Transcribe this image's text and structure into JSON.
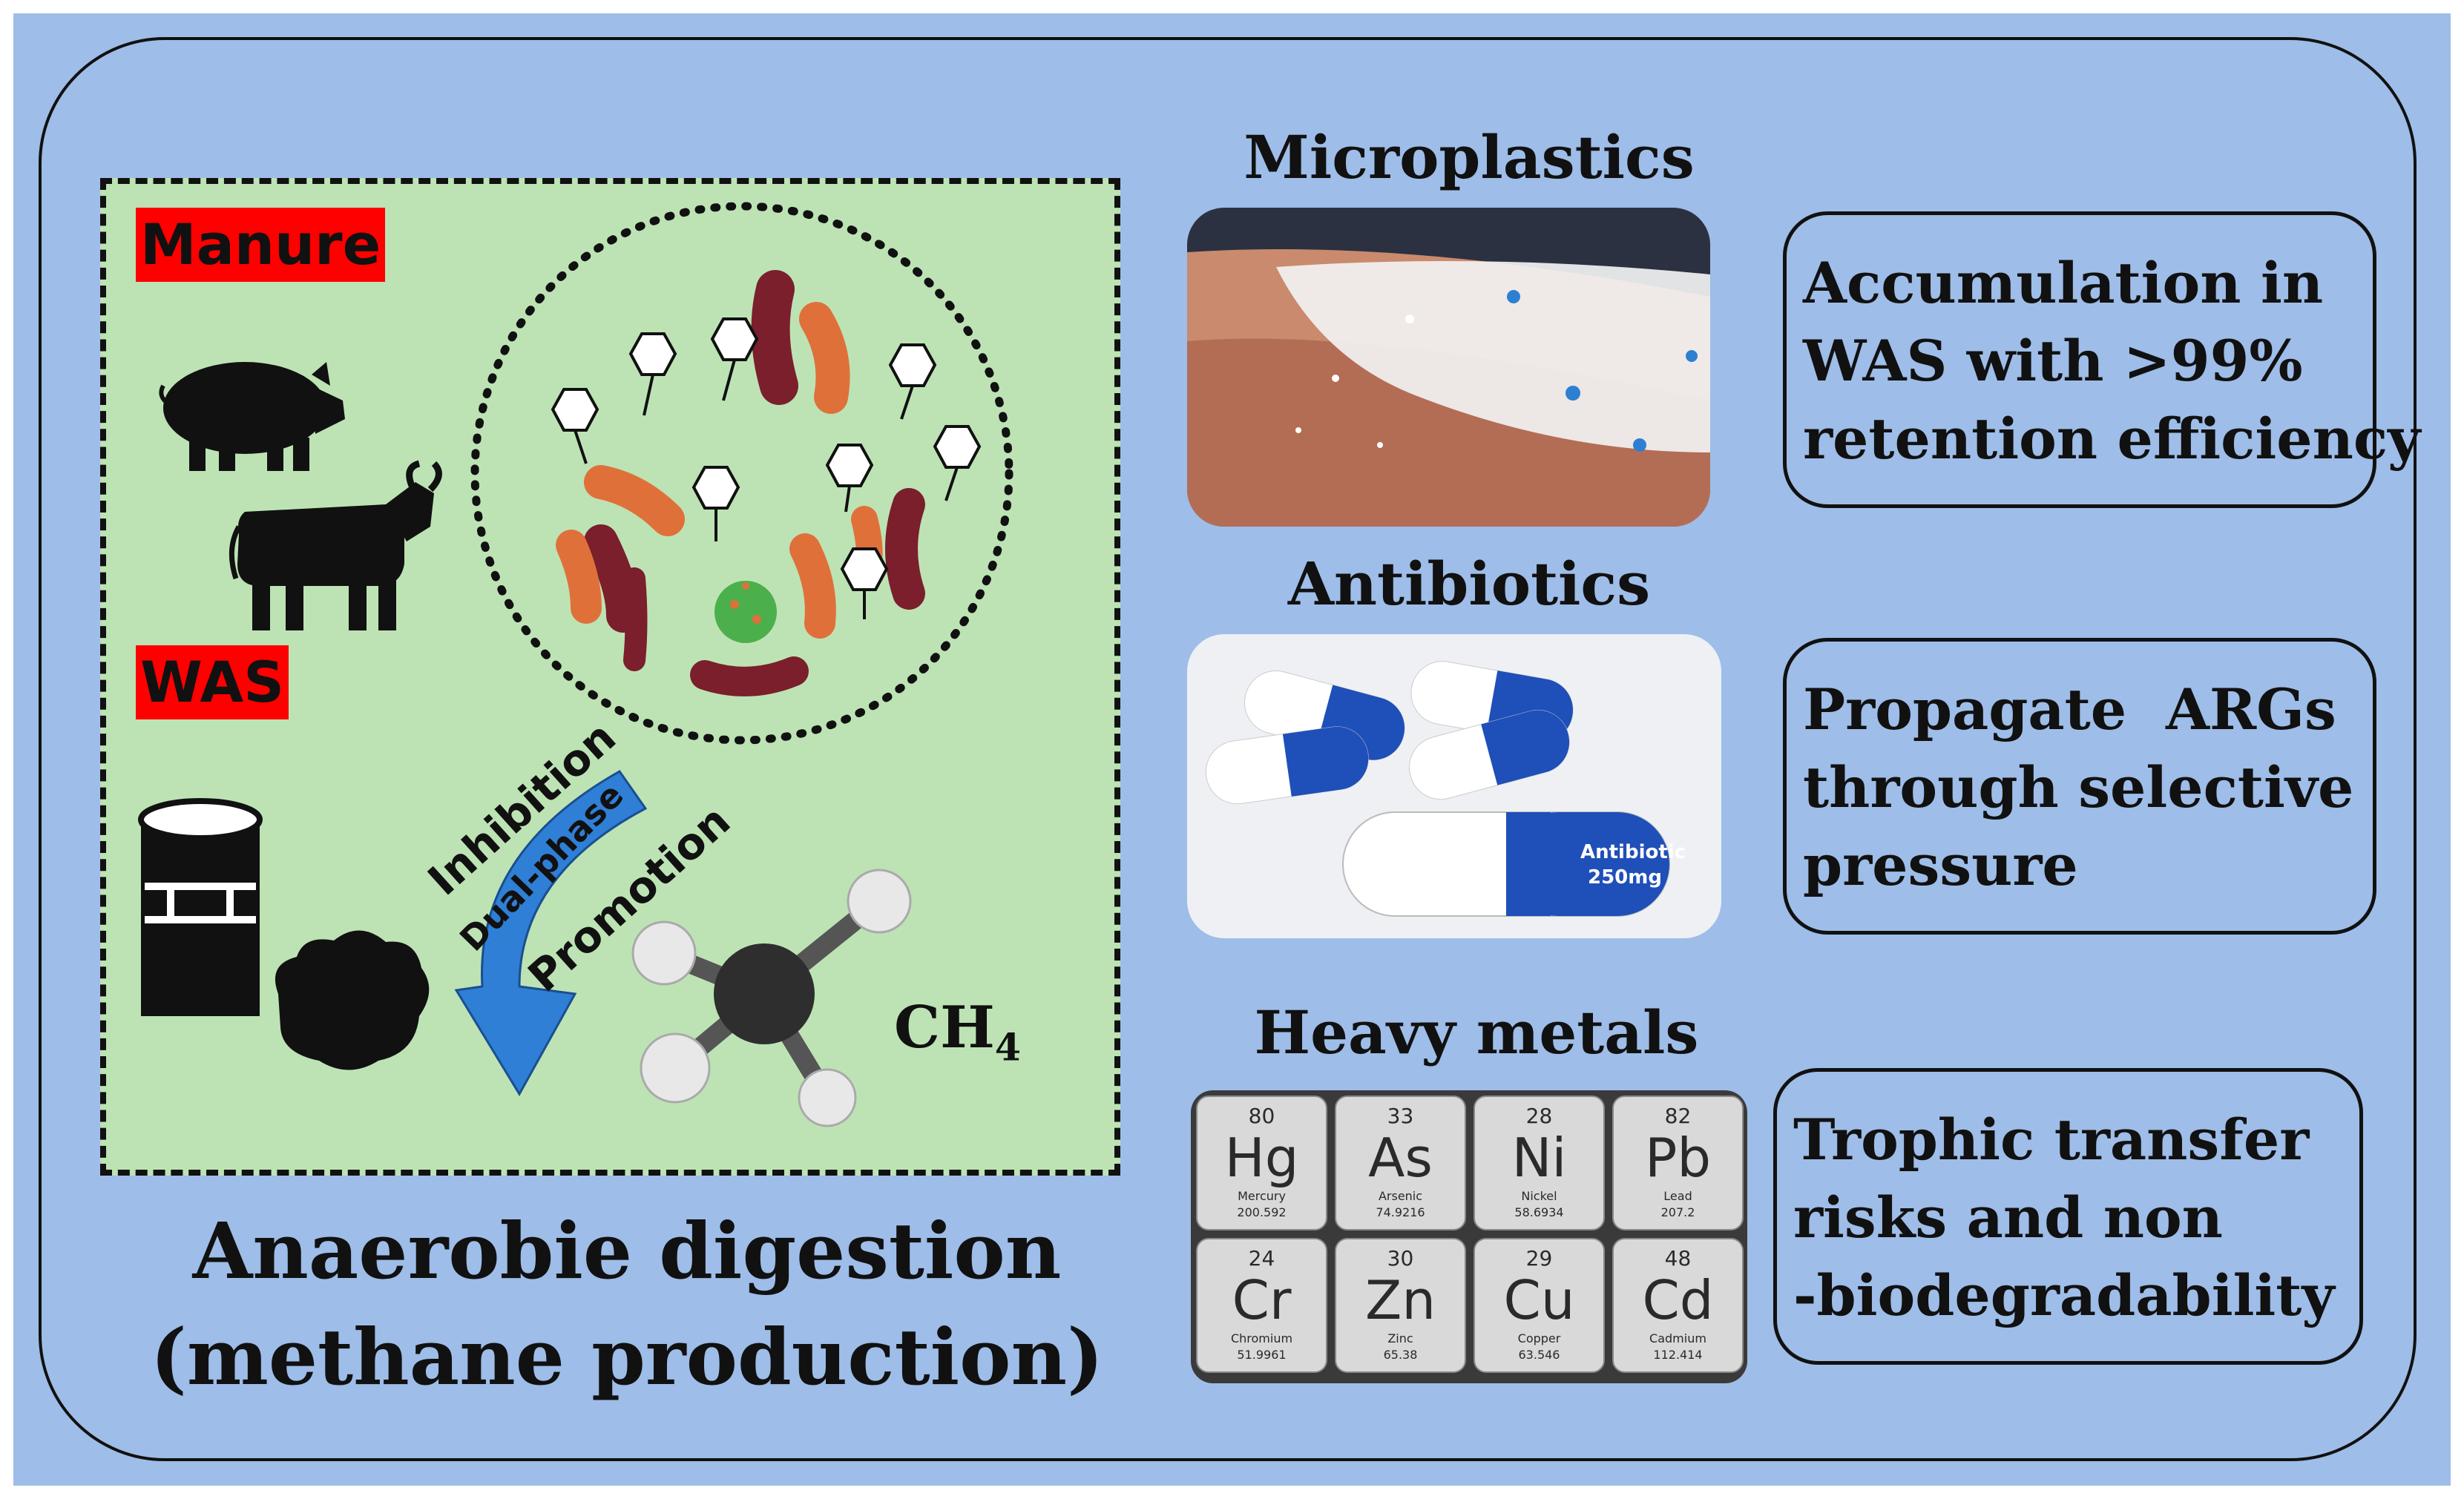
{
  "left_panel": {
    "manure_label": "Manure",
    "was_label": "WAS",
    "arrow_top_label": "Inhibition",
    "arrow_middle_label": "Dual-phase",
    "arrow_bottom_label": "Promotion",
    "methane_formula": "CH",
    "methane_subscript": "4",
    "caption_line1": "Anaerobie digestion",
    "caption_line2": "(methane production)"
  },
  "right_panel": {
    "sections": [
      {
        "title": "Microplastics",
        "description_lines": [
          "Accumulation in",
          "WAS with >99%",
          "retention efficiency"
        ]
      },
      {
        "title": "Antibiotics",
        "capsule_label": "Antibiotic",
        "capsule_dose": "250mg",
        "description_lines": [
          "Propagate  ARGs",
          "through selective",
          "pressure"
        ]
      },
      {
        "title": "Heavy metals",
        "elements": [
          {
            "number": "80",
            "symbol": "Hg",
            "name": "Mercury",
            "mass": "200.592"
          },
          {
            "number": "33",
            "symbol": "As",
            "name": "Arsenic",
            "mass": "74.9216"
          },
          {
            "number": "28",
            "symbol": "Ni",
            "name": "Nickel",
            "mass": "58.6934"
          },
          {
            "number": "82",
            "symbol": "Pb",
            "name": "Lead",
            "mass": "207.2"
          },
          {
            "number": "24",
            "symbol": "Cr",
            "name": "Chromium",
            "mass": "51.9961"
          },
          {
            "number": "30",
            "symbol": "Zn",
            "name": "Zinc",
            "mass": "65.38"
          },
          {
            "number": "29",
            "symbol": "Cu",
            "name": "Copper",
            "mass": "63.546"
          },
          {
            "number": "48",
            "symbol": "Cd",
            "name": "Cadmium",
            "mass": "112.414"
          }
        ],
        "description_lines": [
          "Trophic transfer",
          "risks and non",
          "-biodegradability"
        ]
      }
    ]
  },
  "colors": {
    "background": "#9ebde8",
    "green_panel": "#bde3b5",
    "label_red": "#ff0000",
    "arrow_blue": "#2f7fd6"
  }
}
